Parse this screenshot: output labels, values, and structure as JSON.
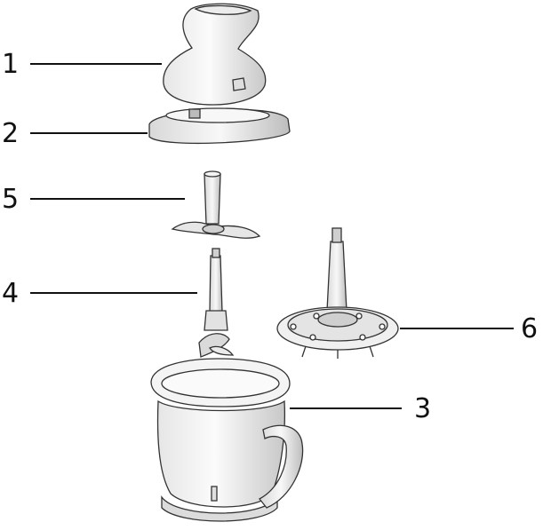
{
  "diagram": {
    "callouts": [
      {
        "id": "1",
        "label": "1"
      },
      {
        "id": "2",
        "label": "2"
      },
      {
        "id": "3",
        "label": "3"
      },
      {
        "id": "4",
        "label": "4"
      },
      {
        "id": "5",
        "label": "5"
      },
      {
        "id": "6",
        "label": "6"
      }
    ]
  },
  "colors": {
    "line": "#111111",
    "part_fill": "#f2f2f2",
    "part_shade": "#cfcfcf"
  }
}
